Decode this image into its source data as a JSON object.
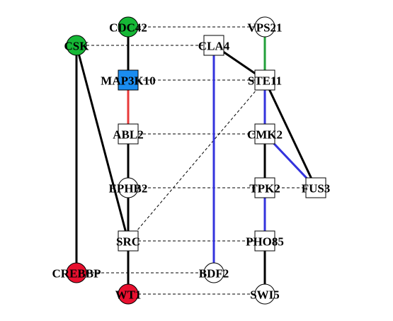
{
  "colors": {
    "red_node": "#e8102f",
    "green_node": "#16b836",
    "blue_node": "#1a8cf0",
    "white_node": "#ffffff",
    "black_edge": "#000000",
    "blue_edge": "#3333dd",
    "red_edge": "#e83a3a",
    "green_edge": "#22a03a"
  },
  "nodes": [
    {
      "id": "CDC42",
      "label": "CDC42",
      "shape": "circle",
      "fill": "green"
    },
    {
      "id": "VPS21",
      "label": "VPS21",
      "shape": "circle",
      "fill": "white"
    },
    {
      "id": "CSK",
      "label": "CSK",
      "shape": "circle",
      "fill": "green"
    },
    {
      "id": "CLA4",
      "label": "CLA4",
      "shape": "square",
      "fill": "white"
    },
    {
      "id": "MAP3K10",
      "label": "MAP3K10",
      "shape": "square",
      "fill": "blue"
    },
    {
      "id": "STE11",
      "label": "STE11",
      "shape": "square",
      "fill": "white"
    },
    {
      "id": "ABL2",
      "label": "ABL2",
      "shape": "square",
      "fill": "white"
    },
    {
      "id": "CMK2",
      "label": "CMK2",
      "shape": "square",
      "fill": "white"
    },
    {
      "id": "EPHB2",
      "label": "EPHB2",
      "shape": "circle",
      "fill": "white"
    },
    {
      "id": "TPK2",
      "label": "TPK2",
      "shape": "square",
      "fill": "white"
    },
    {
      "id": "FUS3",
      "label": "FUS3",
      "shape": "square",
      "fill": "white"
    },
    {
      "id": "SRC",
      "label": "SRC",
      "shape": "square",
      "fill": "white"
    },
    {
      "id": "PHO85",
      "label": "PHO85",
      "shape": "square",
      "fill": "white"
    },
    {
      "id": "CREBBP",
      "label": "CREBBP",
      "shape": "circle",
      "fill": "red"
    },
    {
      "id": "BDF2",
      "label": "BDF2",
      "shape": "circle",
      "fill": "white"
    },
    {
      "id": "WT1",
      "label": "WT1",
      "shape": "circle",
      "fill": "red"
    },
    {
      "id": "SWI5",
      "label": "SWI5",
      "shape": "circle",
      "fill": "white"
    }
  ],
  "edges": [
    {
      "source": "CDC42",
      "target": "VPS21",
      "style": "dashed",
      "color": "black_edge"
    },
    {
      "source": "CSK",
      "target": "CLA4",
      "style": "dashed",
      "color": "black_edge"
    },
    {
      "source": "MAP3K10",
      "target": "STE11",
      "style": "dashed",
      "color": "black_edge"
    },
    {
      "source": "ABL2",
      "target": "CMK2",
      "style": "dashed",
      "color": "black_edge"
    },
    {
      "source": "EPHB2",
      "target": "FUS3",
      "style": "dashed",
      "color": "black_edge"
    },
    {
      "source": "SRC",
      "target": "PHO85",
      "style": "dashed",
      "color": "black_edge"
    },
    {
      "source": "CREBBP",
      "target": "BDF2",
      "style": "dashed",
      "color": "black_edge"
    },
    {
      "source": "WT1",
      "target": "SWI5",
      "style": "dashed",
      "color": "black_edge"
    },
    {
      "source": "SRC",
      "target": "STE11",
      "style": "dashed",
      "color": "black_edge"
    },
    {
      "source": "CDC42",
      "target": "MAP3K10",
      "style": "solid",
      "color": "black_edge"
    },
    {
      "source": "MAP3K10",
      "target": "ABL2",
      "style": "solid",
      "color": "red_edge"
    },
    {
      "source": "ABL2",
      "target": "EPHB2",
      "style": "solid",
      "color": "black_edge"
    },
    {
      "source": "EPHB2",
      "target": "SRC",
      "style": "solid",
      "color": "black_edge"
    },
    {
      "source": "SRC",
      "target": "WT1",
      "style": "solid",
      "color": "black_edge"
    },
    {
      "source": "CSK",
      "target": "SRC",
      "style": "solid",
      "color": "black_edge"
    },
    {
      "source": "CSK",
      "target": "CREBBP",
      "style": "solid",
      "color": "black_edge"
    },
    {
      "source": "VPS21",
      "target": "STE11",
      "style": "solid",
      "color": "green_edge"
    },
    {
      "source": "CLA4",
      "target": "STE11",
      "style": "solid",
      "color": "black_edge"
    },
    {
      "source": "CLA4",
      "target": "BDF2",
      "style": "solid",
      "color": "blue_edge"
    },
    {
      "source": "STE11",
      "target": "CMK2",
      "style": "solid",
      "color": "blue_edge"
    },
    {
      "source": "STE11",
      "target": "FUS3",
      "style": "solid",
      "color": "black_edge"
    },
    {
      "source": "CMK2",
      "target": "FUS3",
      "style": "solid",
      "color": "blue_edge"
    },
    {
      "source": "CMK2",
      "target": "TPK2",
      "style": "solid",
      "color": "black_edge"
    },
    {
      "source": "TPK2",
      "target": "PHO85",
      "style": "solid",
      "color": "blue_edge"
    },
    {
      "source": "PHO85",
      "target": "SWI5",
      "style": "solid",
      "color": "black_edge"
    }
  ]
}
